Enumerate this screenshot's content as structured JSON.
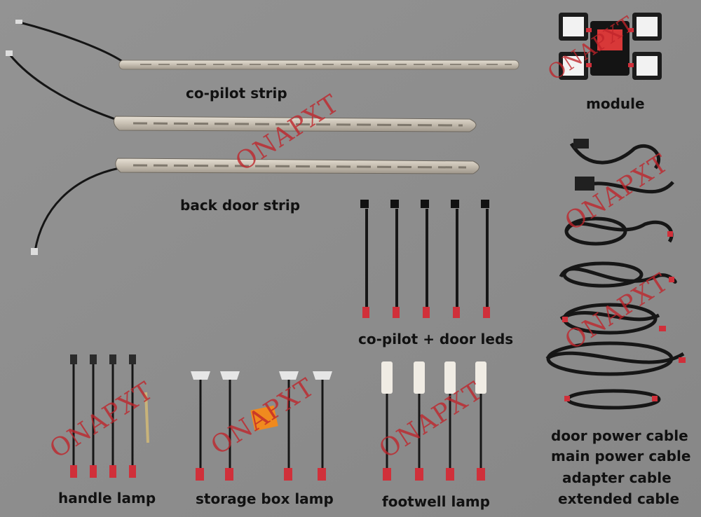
{
  "labels": {
    "copilot_strip": "co-pilot strip",
    "module": "module",
    "back_door_strip": "back door strip",
    "copilot_door_leds": "co-pilot + door leds",
    "handle_lamp": "handle lamp",
    "storage_box_lamp": "storage box lamp",
    "footwell_lamp": "footwell lamp",
    "cables": [
      "door power cable",
      "main power cable",
      "adapter cable",
      "extended cable"
    ]
  },
  "watermark": "ONAPXT",
  "colors": {
    "background": "#8e8e8e",
    "strip": "#c9c2b6",
    "wire": "#151515",
    "connector_red": "#d0303a",
    "watermark": "#c0242a"
  }
}
